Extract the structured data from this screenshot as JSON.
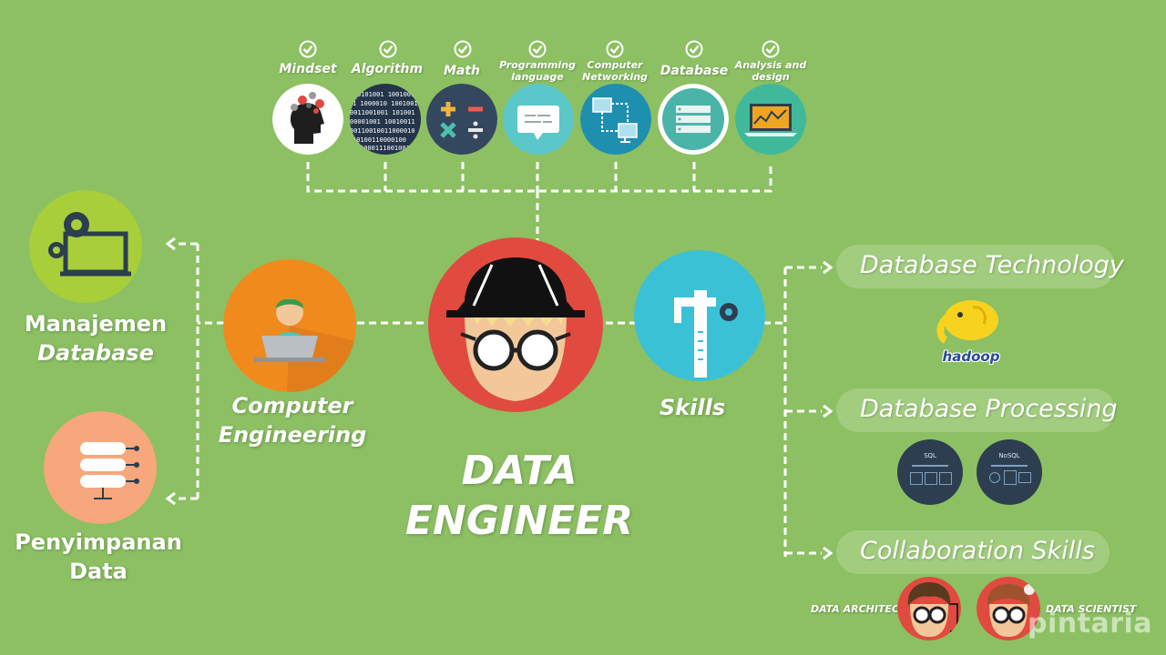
{
  "top_items": [
    {
      "label": "Mindset",
      "icon": "head-gears-icon"
    },
    {
      "label": "Algorithm",
      "icon": "binary-code-icon"
    },
    {
      "label": "Math",
      "icon": "math-operators-icon"
    },
    {
      "label": "Programming language",
      "icon": "code-window-icon"
    },
    {
      "label": "Computer Networking",
      "icon": "network-icon"
    },
    {
      "label": "Database",
      "icon": "database-server-icon"
    },
    {
      "label": "Analysis and design",
      "icon": "laptop-chart-icon"
    }
  ],
  "center": {
    "title_line1": "DATA",
    "title_line2": "ENGINEER"
  },
  "left": {
    "computer_engineering_line1": "Computer",
    "computer_engineering_line2": "Engineering",
    "manajemen_line1": "Manajemen",
    "manajemen_line2": "Database",
    "penyimpanan_line1": "Penyimpanan",
    "penyimpanan_line2": "Data"
  },
  "right": {
    "skills": "Skills",
    "database_technology": "Database Technology",
    "database_processing": "Database Processing",
    "collaboration_skills": "Collaboration Skills",
    "hadoop": "hadoop",
    "sql": "SQL",
    "nosql": "NoSQL",
    "data_architect": "DATA ARCHITECT",
    "data_scientist": "DATA SCIENTIST"
  },
  "watermark": "pintaria",
  "colors": {
    "background": "#8cc063",
    "engineer_red": "#e04a3f",
    "computer_orange": "#f08a1c",
    "skills_cyan": "#3bc1d6",
    "dark_navy": "#2c3e50"
  }
}
